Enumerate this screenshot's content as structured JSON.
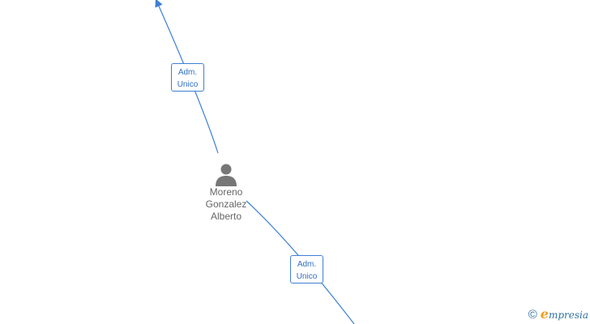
{
  "diagram": {
    "person": {
      "icon": "person-icon",
      "name_lines": [
        "Moreno",
        "Gonzalez",
        "Alberto"
      ]
    },
    "edges": [
      {
        "label_lines": [
          "Adm.",
          "Unico"
        ],
        "direction": "to-top"
      },
      {
        "label_lines": [
          "Adm.",
          "Unico"
        ],
        "direction": "to-bottom"
      }
    ],
    "colors": {
      "edge": "#3d7fd6",
      "label_text": "#2f6fc4",
      "node_text": "#666666",
      "person_icon": "#777777"
    }
  },
  "brand": {
    "copyright_symbol": "©",
    "name_initial": "e",
    "name_rest": "mpresia",
    "icon": "copyright-icon"
  }
}
